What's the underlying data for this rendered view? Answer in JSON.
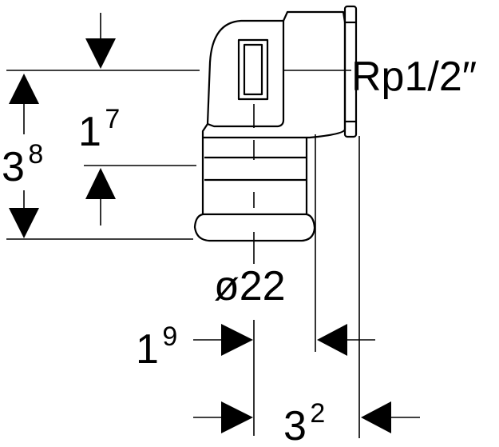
{
  "labels": {
    "thread": "Rp1/2″",
    "diameter": "ø22",
    "dim_3_8": {
      "base": "3",
      "sup": "8"
    },
    "dim_1_7": {
      "base": "1",
      "sup": "7"
    },
    "dim_1_9": {
      "base": "1",
      "sup": "9"
    },
    "dim_3_2": {
      "base": "3",
      "sup": "2"
    }
  },
  "colors": {
    "line": "#000000",
    "background": "#ffffff"
  }
}
